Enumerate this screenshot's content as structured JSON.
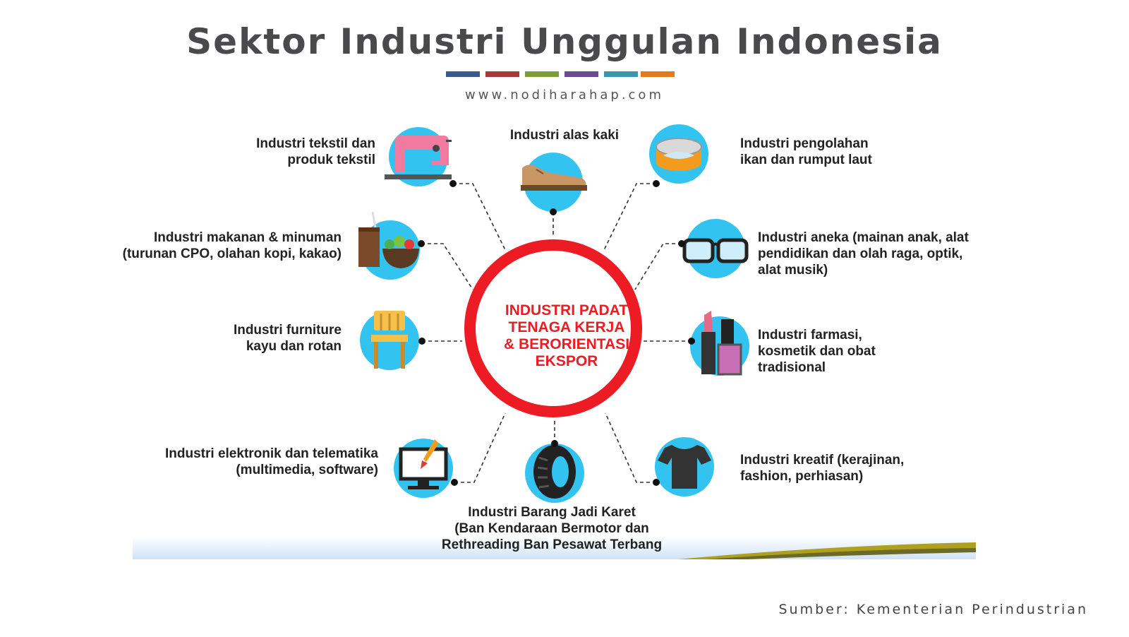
{
  "header": {
    "title": "Sektor Industri Unggulan Indonesia",
    "website": "www.nodiharahap.com",
    "accent_colors": [
      "#3a5a8c",
      "#a43c3c",
      "#7f9e3a",
      "#6a4c8c",
      "#3a96a8",
      "#e07b1e"
    ]
  },
  "center": {
    "text": "INDUSTRI PADAT\nTENAGA KERJA\n& BERORIENTASI\nEKSPOR",
    "ring_color": "#ed1c24"
  },
  "sectors": [
    {
      "id": "tekstil",
      "label": "Industri tekstil dan\nproduk tekstil",
      "icon": "sewing-machine-icon"
    },
    {
      "id": "alas-kaki",
      "label": "Industri alas kaki",
      "icon": "shoe-icon"
    },
    {
      "id": "ikan",
      "label": "Industri pengolahan\nikan dan rumput laut",
      "icon": "canned-fish-icon"
    },
    {
      "id": "makanan",
      "label": "Industri makanan & minuman\n(turunan CPO, olahan kopi, kakao)",
      "icon": "food-drink-icon"
    },
    {
      "id": "aneka",
      "label": "Industri aneka (mainan anak, alat\npendidikan dan olah raga, optik,\nalat musik)",
      "icon": "eyeglasses-icon"
    },
    {
      "id": "furniture",
      "label": "Industri furniture\nkayu dan rotan",
      "icon": "chair-icon"
    },
    {
      "id": "farmasi",
      "label": "Industri farmasi,\nkosmetik dan obat\ntradisional",
      "icon": "cosmetics-icon"
    },
    {
      "id": "elektronik",
      "label": "Industri elektronik dan telematika\n(multimedia, software)",
      "icon": "computer-icon"
    },
    {
      "id": "karet",
      "label": "Industri Barang Jadi Karet\n(Ban Kendaraan Bermotor dan\nRethreading Ban Pesawat Terbang",
      "icon": "tire-icon"
    },
    {
      "id": "kreatif",
      "label": "Industri kreatif (kerajinan,\nfashion, perhiasan)",
      "icon": "tshirt-icon"
    }
  ],
  "footer": {
    "source": "Sumber: Kementerian Perindustrian"
  }
}
